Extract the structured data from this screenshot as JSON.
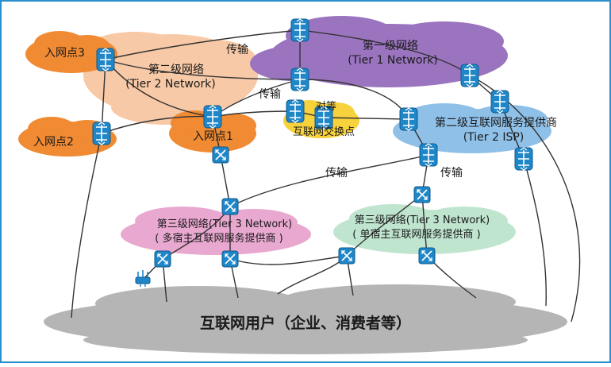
{
  "colors": {
    "frame": "#2a8fd0",
    "tier1": "#9b74c0",
    "tier2_cloud": "#f7c9a6",
    "access": "#f08a33",
    "ixp": "#f7d23c",
    "tier2_isp": "#8fc0e8",
    "tier3_multi": "#e9a8d0",
    "tier3_single": "#bfe5cf",
    "users": "#b5b5b5",
    "device": "#1f86c8"
  },
  "labels": {
    "tier1_title": "第一级网络",
    "tier1_sub": "(Tier 1 Network)",
    "tier2_title": "第二级网络",
    "tier2_sub": "(Tier 2 Network)",
    "access1": "入网点1",
    "access2": "入网点2",
    "access3": "入网点3",
    "ixp_title": "互联网交换点",
    "ixp_peer": "对等",
    "tier2isp_title": "第二级互联网服务提供商",
    "tier2isp_sub": "(Tier 2 ISP)",
    "tier3a_title": "第三级网络(Tier 3 Network)",
    "tier3a_sub": "( 多宿主互联网服务提供商 )",
    "tier3b_title": "第三级网络(Tier 3 Network)",
    "tier3b_sub": "( 单宿主互联网服务提供商 )",
    "transit": "传输",
    "users": "互联网用户（企业、消费者等）"
  },
  "icons": {
    "router": "router-icon",
    "switch": "switch-icon",
    "wireless": "wireless-ap-icon"
  }
}
